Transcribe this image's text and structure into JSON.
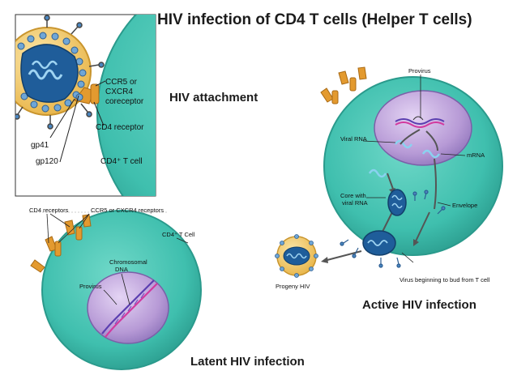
{
  "title": "HIV infection of CD4 T cells (Helper T cells)",
  "captions": {
    "attachment": "HIV attachment",
    "latent": "Latent HIV infection",
    "active": "Active HIV infection"
  },
  "panel_attachment": {
    "ccr5_label_1": "CCR5 or",
    "ccr5_label_2": "CXCR4",
    "ccr5_label_3": "coreceptor",
    "cd4_receptor": "CD4 receptor",
    "gp41": "gp41",
    "gp120": "gp120",
    "cell": "CD4⁺ T cell"
  },
  "panel_latent": {
    "cd4_receptors": "CD4 receptors",
    "coreceptors": "CCR5 or CXCR4 receptors",
    "cell": "CD4⁺ T Cell",
    "chromosomal_1": "Chromosomal",
    "chromosomal_2": "DNA",
    "provirus": "Provirus"
  },
  "panel_active": {
    "provirus": "Provirus",
    "viral_rna": "Viral RNA",
    "mrna": "mRNA",
    "core_1": "Core with",
    "core_2": "viral RNA",
    "envelope": "Envelope",
    "progeny": "Progeny HIV",
    "budding": "Virus beginning to bud from T cell"
  },
  "colors": {
    "cell_fill": "#3fbfae",
    "cell_edge": "#2a9a8c",
    "nucleus_fill": "#b79ad6",
    "virus_envelope": "#f2c45a",
    "virus_core": "#1f5d9a",
    "receptor": "#e39a2f",
    "dna_pink": "#d2399e",
    "dna_blue": "#5b3fb0"
  }
}
